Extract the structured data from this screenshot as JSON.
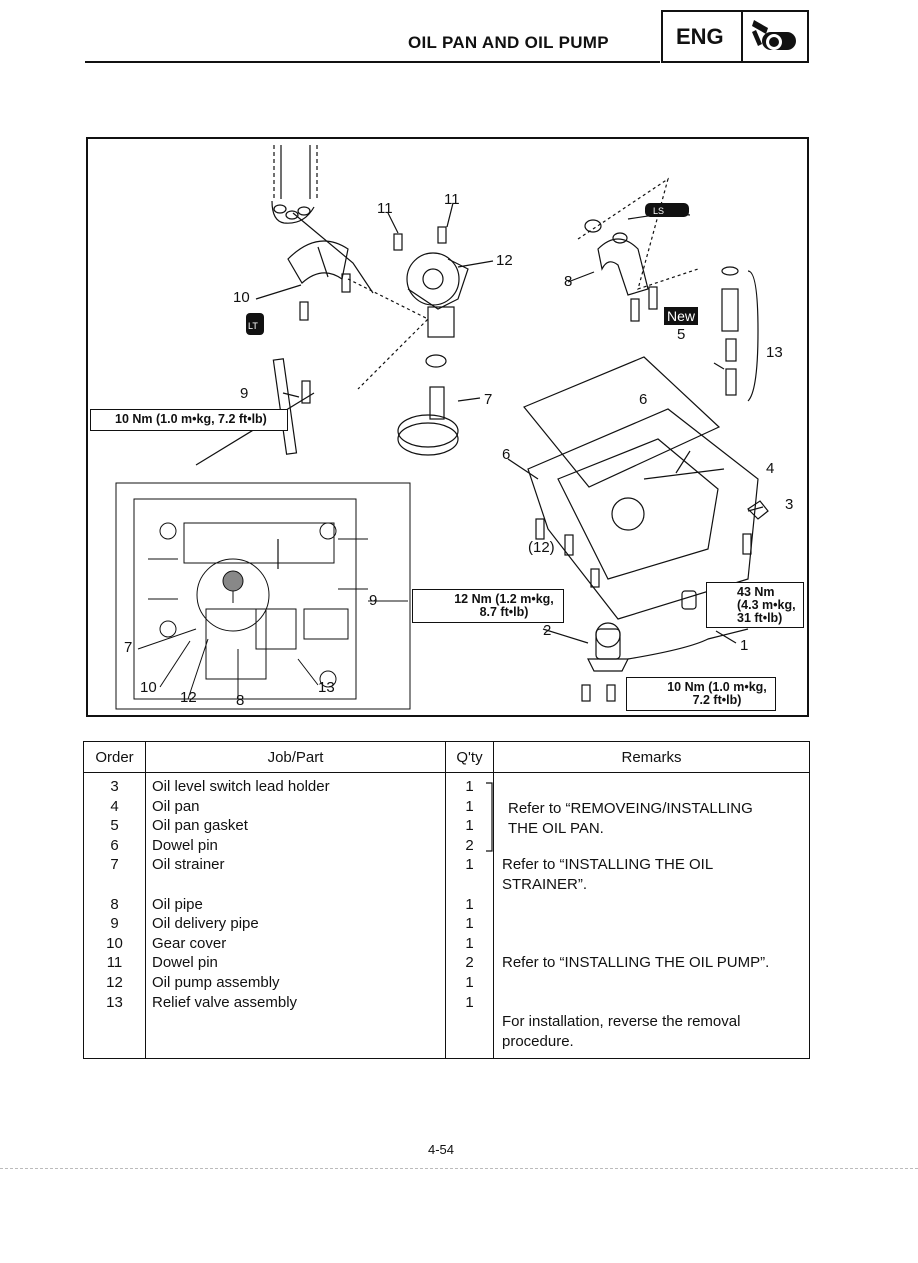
{
  "header": {
    "title": "OIL PAN AND OIL PUMP",
    "section": "ENG",
    "section_icon": "engine-icon"
  },
  "figure": {
    "callouts": {
      "c11a": "11",
      "c11b": "11",
      "c12": "12",
      "c10": "10",
      "c9": "9",
      "c7": "7",
      "c8": "8",
      "c5": "5",
      "c13": "13",
      "c6a": "6",
      "c6b": "6",
      "c4": "4",
      "c3": "3",
      "c12p": "(12)",
      "c2": "2",
      "c1": "1",
      "inset9": "9",
      "inset7": "7",
      "inset10": "10",
      "inset12": "12",
      "inset8": "8",
      "inset13": "13"
    },
    "new_badge": "New",
    "torque_1": "10 Nm (1.0 m•kg, 7.2 ft•lb)",
    "torque_2_line1": "12 Nm (1.2 m•kg,",
    "torque_2_line2": "8.7 ft•lb)",
    "torque_3_line1": "43 Nm",
    "torque_3_line2": "(4.3 m•kg,",
    "torque_3_line3": "31 ft•lb)",
    "torque_4_line1": "10 Nm (1.0 m•kg,",
    "torque_4_line2": "7.2 ft•lb)",
    "lt_label": "LT",
    "ls_label": "LS"
  },
  "table": {
    "headers": {
      "order": "Order",
      "job": "Job/Part",
      "qty": "Q'ty",
      "remarks": "Remarks"
    },
    "rows": [
      {
        "order": "3",
        "job": "Oil level switch lead holder",
        "qty": "1"
      },
      {
        "order": "4",
        "job": "Oil pan",
        "qty": "1"
      },
      {
        "order": "5",
        "job": "Oil pan gasket",
        "qty": "1"
      },
      {
        "order": "6",
        "job": "Dowel pin",
        "qty": "2"
      },
      {
        "order": "7",
        "job": "Oil strainer",
        "qty": "1"
      },
      {
        "order": "",
        "job": "",
        "qty": ""
      },
      {
        "order": "8",
        "job": "Oil pipe",
        "qty": "1"
      },
      {
        "order": "9",
        "job": "Oil delivery pipe",
        "qty": "1"
      },
      {
        "order": "10",
        "job": "Gear cover",
        "qty": "1"
      },
      {
        "order": "11",
        "job": "Dowel pin",
        "qty": "2"
      },
      {
        "order": "12",
        "job": "Oil pump assembly",
        "qty": "1"
      },
      {
        "order": "13",
        "job": "Relief valve assembly",
        "qty": "1"
      }
    ],
    "remarks": {
      "r1_line1": "Refer to “REMOVEING/INSTALLING",
      "r1_line2": "THE OIL PAN.",
      "r2_line1": "Refer to “INSTALLING THE OIL",
      "r2_line2": "STRAINER”.",
      "r3": "Refer to “INSTALLING THE OIL PUMP”.",
      "r4_line1": "For installation, reverse the removal",
      "r4_line2": "procedure."
    }
  },
  "footer": {
    "page_number": "4-54"
  }
}
